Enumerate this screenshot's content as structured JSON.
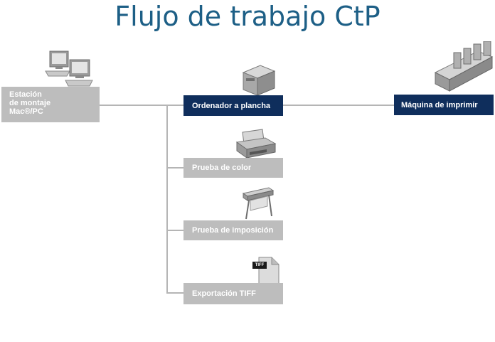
{
  "title": "Flujo de trabajo CtP",
  "station": {
    "lines": [
      "Estación",
      "de montaje",
      "Mac®/PC"
    ]
  },
  "platesetter": {
    "label": "Ordenador a plancha"
  },
  "press": {
    "label": "Máquina de imprimir"
  },
  "branches": [
    {
      "label": "Prueba de color"
    },
    {
      "label": "Prueba de imposición"
    },
    {
      "label": "Exportación TIFF",
      "badge": "TIFF"
    }
  ],
  "colors": {
    "title": "#1d5f86",
    "accent_box": "#0f2e5c",
    "gray_box": "#bdbdbd",
    "connector": "#b5b5b5"
  }
}
